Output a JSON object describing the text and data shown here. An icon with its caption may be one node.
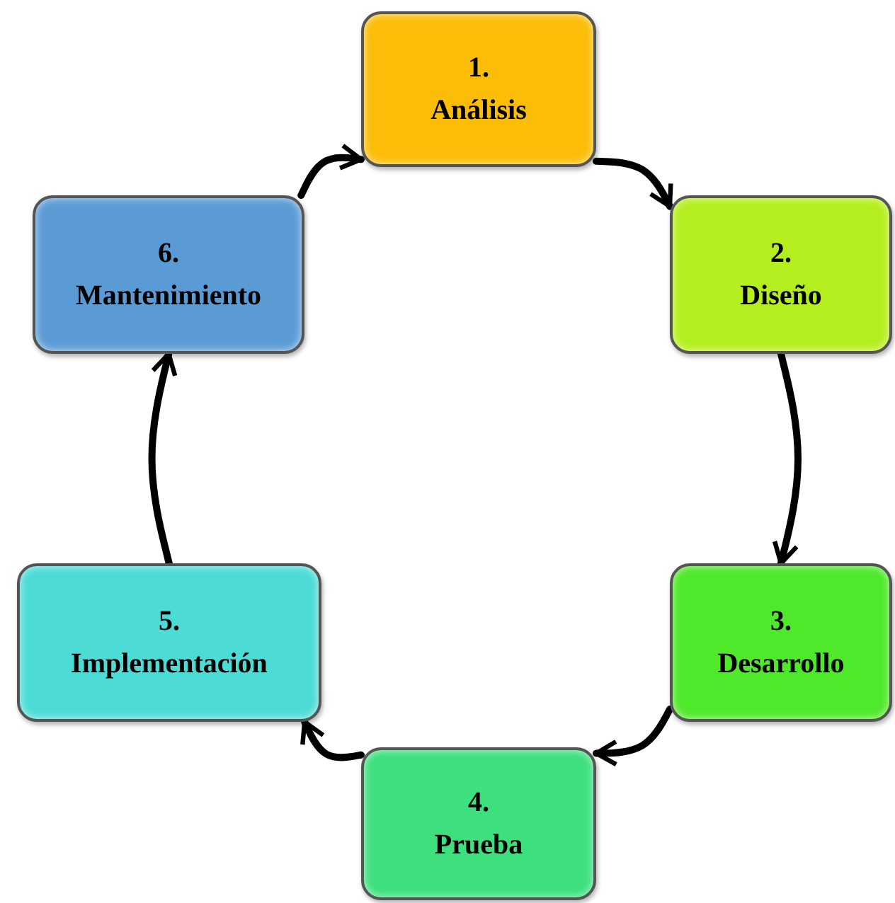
{
  "diagram": {
    "nodes": [
      {
        "text": [
          "1.",
          "Análisis"
        ]
      },
      {
        "text": [
          "2.",
          "Diseño"
        ]
      },
      {
        "text": [
          "3.",
          "Desarrollo"
        ]
      },
      {
        "text": [
          "4.",
          "Prueba"
        ]
      },
      {
        "text": [
          "5.",
          "Implementación"
        ]
      },
      {
        "text": [
          "6.",
          "Mantenimiento"
        ]
      }
    ],
    "edges": [
      {
        "from": 0,
        "to": 1,
        "arrow": "to"
      },
      {
        "from": 1,
        "to": 2,
        "arrow": "to"
      },
      {
        "from": 2,
        "to": 3,
        "arrow": "to"
      },
      {
        "from": 3,
        "to": 4,
        "arrow": "to"
      },
      {
        "from": 4,
        "to": 5,
        "arrow": "to"
      },
      {
        "from": 5,
        "to": 0,
        "arrow": "to"
      }
    ]
  }
}
